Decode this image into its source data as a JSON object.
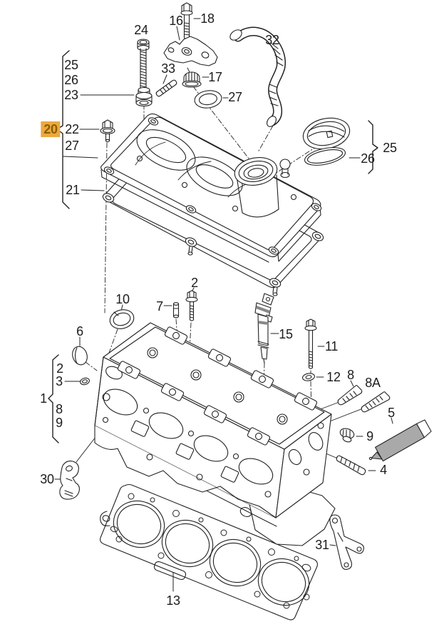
{
  "diagram": {
    "kind": "exploded-parts-diagram",
    "subject": "engine cylinder head, valve cover and head gasket",
    "background_color": "#ffffff",
    "line_color": "#222222",
    "highlight": {
      "label": "20",
      "background": "#EBA93F",
      "text_color": "#8a5f00"
    }
  },
  "labels": {
    "l18": "18",
    "l16": "16",
    "l24": "24",
    "l33": "33",
    "l17": "17",
    "l27t": "27",
    "l32": "32",
    "l25l": "25",
    "l26l": "26",
    "l23": "23",
    "l20": "20",
    "l22": "22",
    "l27l": "27",
    "l21": "21",
    "l25r": "25",
    "l26r": "26",
    "l2t": "2",
    "l10": "10",
    "l7": "7",
    "l15": "15",
    "l11": "11",
    "l12": "12",
    "l8r": "8",
    "l8a": "8A",
    "l5": "5",
    "l9r": "9",
    "l4": "4",
    "l6": "6",
    "l2l": "2",
    "l3": "3",
    "l1": "1",
    "l8l": "8",
    "l9l": "9",
    "l30": "30",
    "l31": "31",
    "l13": "13"
  }
}
